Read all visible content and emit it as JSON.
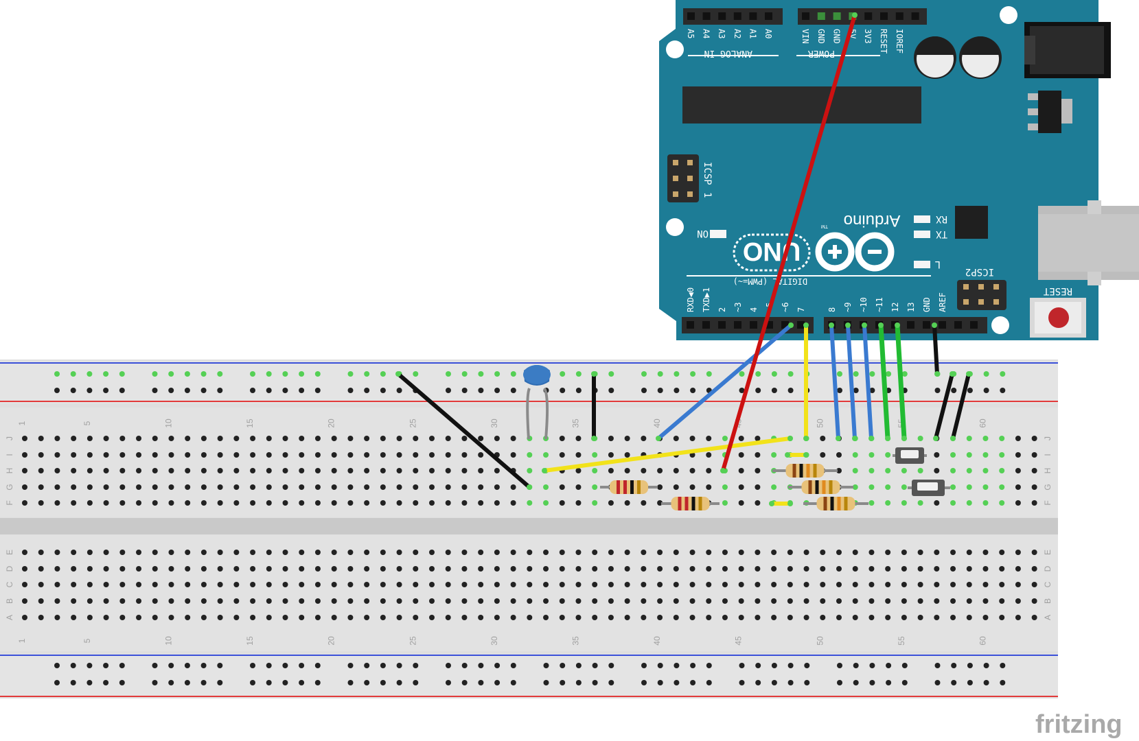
{
  "watermark": "fritzing",
  "board": {
    "brand": "Arduino",
    "trademark": "TM",
    "model": "UNO",
    "analog_section": "ANALOG IN",
    "power_section": "POWER",
    "digital_section": "DIGITAL (PWM=~)",
    "icsp_label": "ICSP",
    "icsp_pin1": "1",
    "icsp2_label": "ICSP2",
    "on_label": "ON",
    "rx_label": "RX",
    "tx_label": "TX",
    "l_label": "L",
    "reset_label": "RESET",
    "analog_pins": [
      "A5",
      "A4",
      "A3",
      "A2",
      "A1",
      "A0"
    ],
    "power_pins": [
      "VIN",
      "GND",
      "GND",
      "5V",
      "3V3",
      "RESET",
      "IOREF"
    ],
    "digital_low_pins": [
      "RXD◀0",
      "TXD▶1",
      "2",
      "~3",
      "4",
      "~5",
      "~6",
      "7"
    ],
    "digital_high_pins": [
      "8",
      "~9",
      "~10",
      "~11",
      "12",
      "13",
      "GND",
      "AREF"
    ]
  },
  "breadboard": {
    "column_numbers": [
      "1",
      "5",
      "10",
      "15",
      "20",
      "25",
      "30",
      "35",
      "40",
      "45",
      "50",
      "55",
      "60"
    ],
    "top_rows": [
      "J",
      "I",
      "H",
      "G",
      "F"
    ],
    "bottom_rows": [
      "E",
      "D",
      "C",
      "B",
      "A"
    ]
  },
  "colors": {
    "board": "#1d7c96",
    "breadboard": "#dcdcdc",
    "wire_red": "#cc1111",
    "wire_black": "#111111",
    "wire_blue": "#3a7ad0",
    "wire_green": "#22bb33",
    "wire_yellow": "#f2e21a",
    "rail_red": "#e23a3a",
    "rail_blue": "#3a4fd8"
  }
}
